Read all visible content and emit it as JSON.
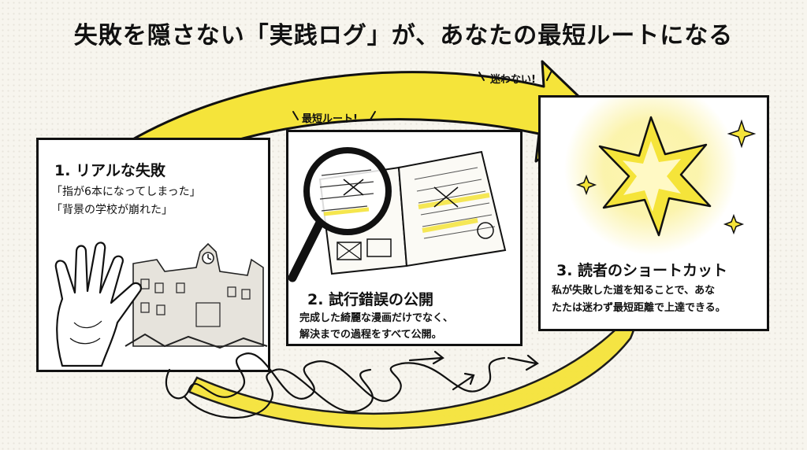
{
  "headline": "失敗を隠さない「実践ログ」が、あなたの最短ルートになる",
  "callouts": {
    "no_lost": "迷わない!",
    "shortest_route": "最短ルート!"
  },
  "panel1": {
    "title": "1. リアルな失敗",
    "quote1": "「指が6本になってしまった」",
    "quote2": "「背景の学校が崩れた」"
  },
  "panel2": {
    "title": "2. 試行錯誤の公開",
    "line1": "完成した綺麗な漫画だけでなく、",
    "line2": "解決までの過程をすべて公開。"
  },
  "panel3": {
    "title": "3. 読者のショートカット",
    "line1": "私が失敗した道を知ることで、あな",
    "line2": "たたは迷わず最短距離で上達できる。"
  },
  "colors": {
    "accent_yellow": "#f5e43a",
    "ink": "#111111",
    "paper": "#f7f5ee"
  },
  "icons": [
    "hand-icon",
    "crumbling-school-icon",
    "magnifying-glass-icon",
    "notebook-icon",
    "star-burst-icon",
    "sparkle-icon",
    "tangled-path-icon",
    "curved-arrow-icon"
  ]
}
